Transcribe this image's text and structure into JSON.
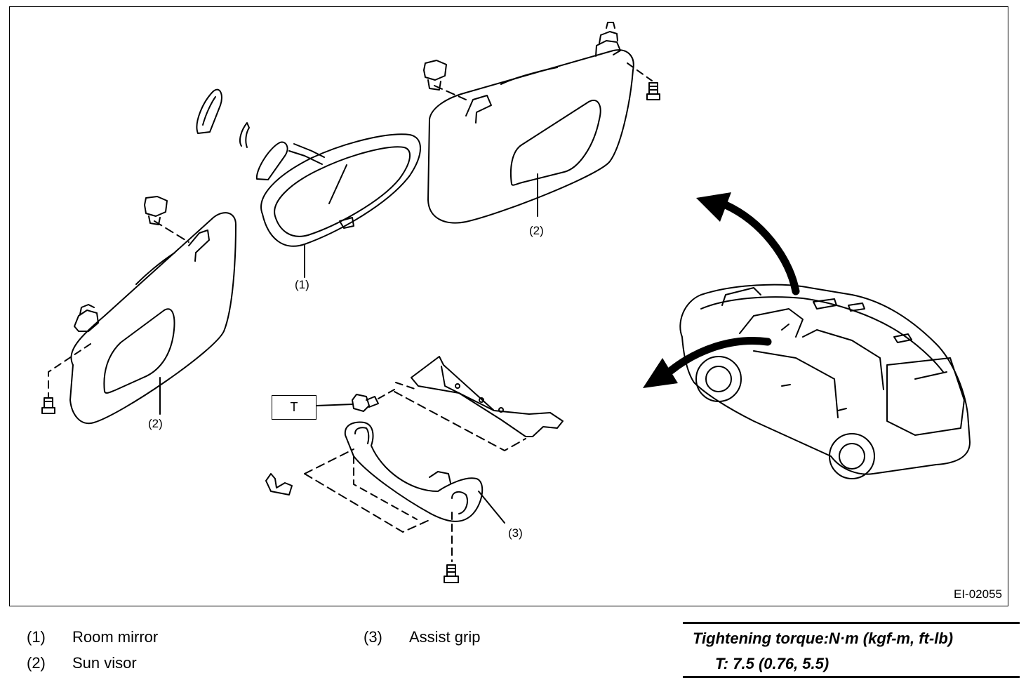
{
  "diagram": {
    "figure_id": "EI-02055",
    "callouts": {
      "room_mirror": "(1)",
      "sun_visor_right": "(2)",
      "sun_visor_left": "(2)",
      "assist_grip": "(3)"
    },
    "torque_marker": "T"
  },
  "legend": [
    {
      "number": "(1)",
      "label": "Room mirror"
    },
    {
      "number": "(2)",
      "label": "Sun visor"
    },
    {
      "number": "(3)",
      "label": "Assist grip"
    }
  ],
  "torque": {
    "title": "Tightening torque:N·m (kgf-m, ft-lb)",
    "value": "T:   7.5 (0.76, 5.5)"
  }
}
